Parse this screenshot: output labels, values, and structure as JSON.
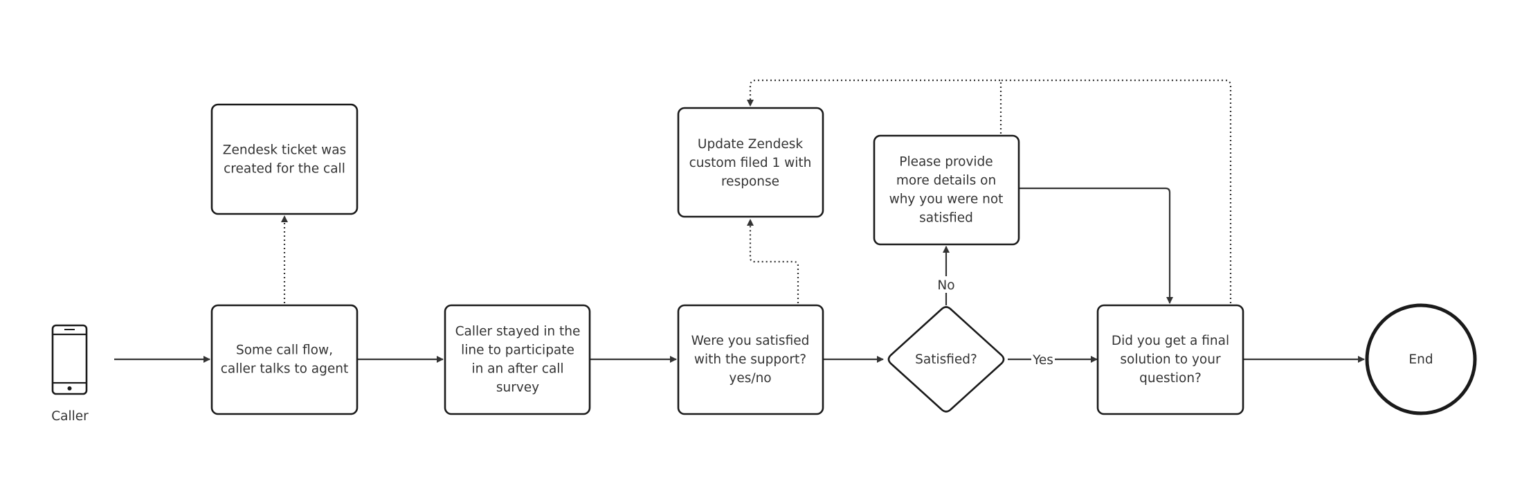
{
  "actor": {
    "label": "Caller",
    "icon": "phone-icon"
  },
  "nodes": {
    "ticket": {
      "lines": [
        "Zendesk ticket was",
        "created for the call"
      ]
    },
    "call_flow": {
      "lines": [
        "Some call flow,",
        "caller talks to agent"
      ]
    },
    "stayed": {
      "lines": [
        "Caller stayed in the",
        "line to participate",
        "in an after call",
        "survey"
      ]
    },
    "update": {
      "lines": [
        "Update Zendesk",
        "custom filed 1 with",
        "response"
      ]
    },
    "satisfied_q": {
      "lines": [
        "Were you satisfied",
        "with the support?",
        "yes/no"
      ]
    },
    "decision": {
      "lines": [
        "Satisfied?"
      ]
    },
    "details": {
      "lines": [
        "Please provide",
        "more details on",
        "why you were not",
        "satisfied"
      ]
    },
    "final": {
      "lines": [
        "Did you get a final",
        "solution to your",
        "question?"
      ]
    },
    "end": {
      "lines": [
        "End"
      ]
    }
  },
  "edge_labels": {
    "no": "No",
    "yes": "Yes"
  },
  "colors": {
    "stroke": "#1a1a1a",
    "text": "#333333",
    "background": "#ffffff"
  }
}
